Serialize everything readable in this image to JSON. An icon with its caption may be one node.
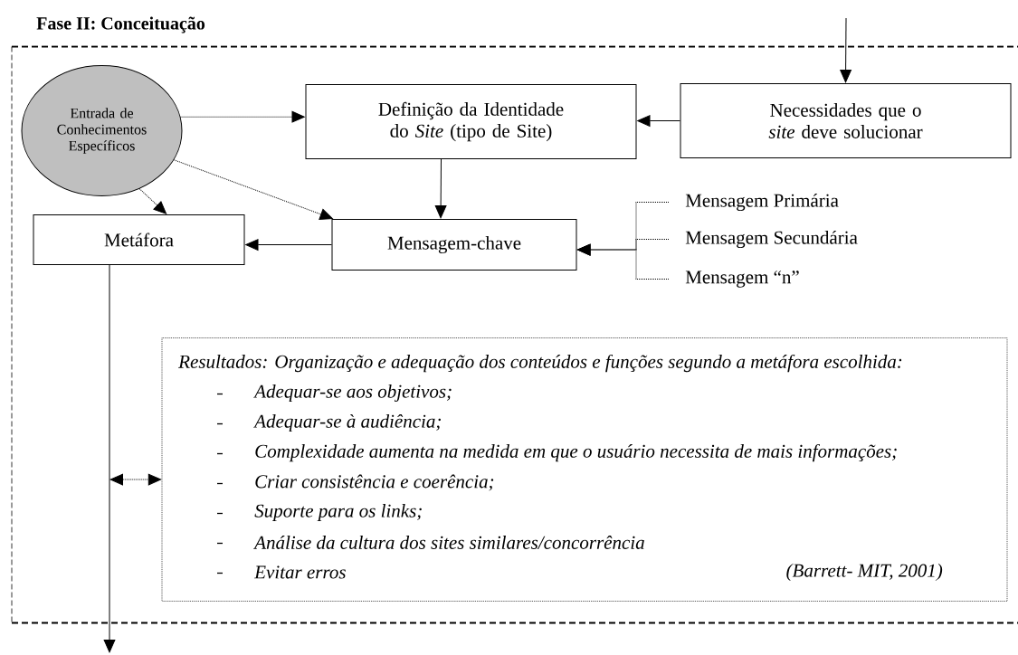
{
  "diagram": {
    "nodes": [
      {
        "text": [
          "Fase II: Conceituação"
        ]
      },
      {
        "text": [
          "Entrada de Conhecimentos Específicos"
        ],
        "in": 0
      },
      {
        "text": [
          "Definição da Identidade do *Site* (tipo de Site)"
        ],
        "in": 0
      },
      {
        "text": [
          "Necessidades que o *site* deve solucionar"
        ],
        "in": 0
      },
      {
        "text": [
          "Metáfora"
        ],
        "in": 0
      },
      {
        "text": [
          "Mensagem-chave"
        ],
        "in": 0
      },
      {
        "text": [
          "Mensagem Primária"
        ],
        "in": 0
      },
      {
        "text": [
          "Mensagem Secundária"
        ],
        "in": 0
      },
      {
        "text": [
          "Mensagem “n”"
        ],
        "in": 0
      },
      {
        "text": [
          "Resultados: Organização e adequação dos conteúdos e funções segundo a metáfora escolhida:",
          "Adequar-se aos objetivos;",
          "Adequar-se à audiência;",
          "Complexidade aumenta na medida em  que o usuário necessita de mais informações;",
          "Criar consistência e coerência;",
          "Suporte para os links;",
          "Análise da cultura dos sites similares/concorrência",
          "Evitar erros",
          "(Barrett- MIT, 2001)"
        ],
        "in": 0
      }
    ],
    "edges": [
      {
        "from": null,
        "to": 3,
        "arrow": "to"
      },
      {
        "from": 3,
        "to": 2,
        "arrow": "to"
      },
      {
        "from": 1,
        "to": 2,
        "arrow": "to",
        "style": "dashed"
      },
      {
        "from": 1,
        "to": 4,
        "arrow": "to",
        "style": "dashed"
      },
      {
        "from": 1,
        "to": 5,
        "arrow": "to",
        "style": "dashed"
      },
      {
        "from": 2,
        "to": 5,
        "arrow": "to"
      },
      {
        "from": 5,
        "to": 4,
        "arrow": "to"
      },
      {
        "from": 6,
        "to": 5,
        "arrow": "to",
        "style": "dashed"
      },
      {
        "from": 7,
        "to": 5,
        "arrow": "to",
        "style": "dashed"
      },
      {
        "from": 8,
        "to": 5,
        "arrow": "to",
        "style": "dashed"
      },
      {
        "from": 4,
        "to": null,
        "arrow": "to"
      },
      {
        "from": null,
        "to": 9,
        "arrow": "both",
        "style": "dashed"
      }
    ]
  }
}
